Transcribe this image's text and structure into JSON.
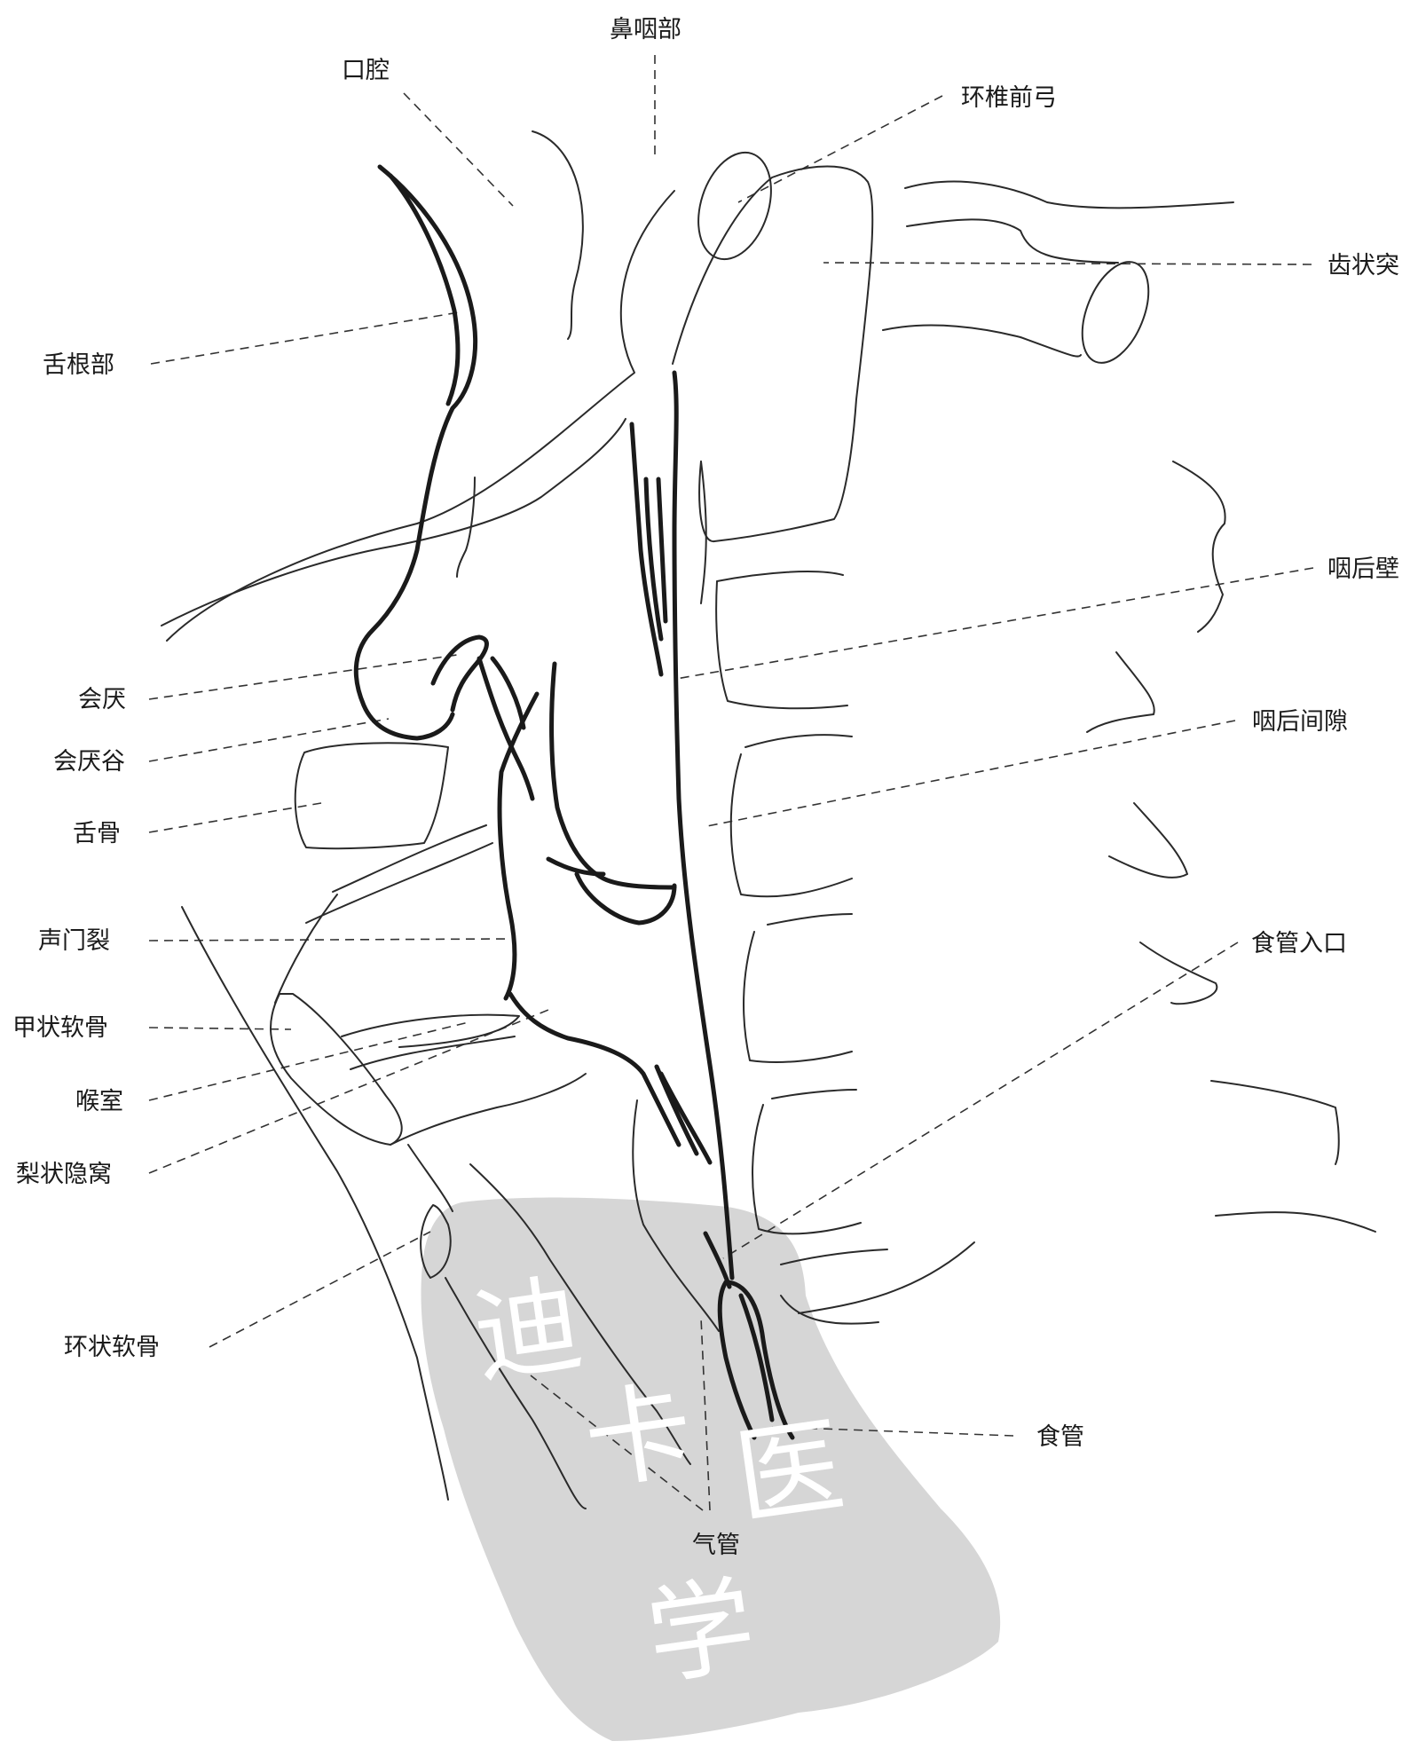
{
  "labels": {
    "oral_cavity": "口腔",
    "nasopharynx": "鼻咽部",
    "atlas_anterior_arch": "环椎前弓",
    "odontoid_process": "齿状突",
    "tongue_base": "舌根部",
    "posterior_pharyngeal_wall": "咽后壁",
    "epiglottis": "会厌",
    "retropharyngeal_space": "咽后间隙",
    "vallecula": "会厌谷",
    "hyoid": "舌骨",
    "rima_glottidis": "声门裂",
    "esophageal_inlet": "食管入口",
    "thyroid_cartilage": "甲状软骨",
    "laryngeal_ventricle": "喉室",
    "piriform_sinus": "梨状隐窝",
    "cricoid_cartilage": "环状软骨",
    "esophagus": "食管",
    "trachea": "气管"
  },
  "watermark": {
    "text": "迪卡医学",
    "color": "#d6d6d6"
  },
  "colors": {
    "line": "#1a1a1a",
    "background": "#ffffff"
  }
}
